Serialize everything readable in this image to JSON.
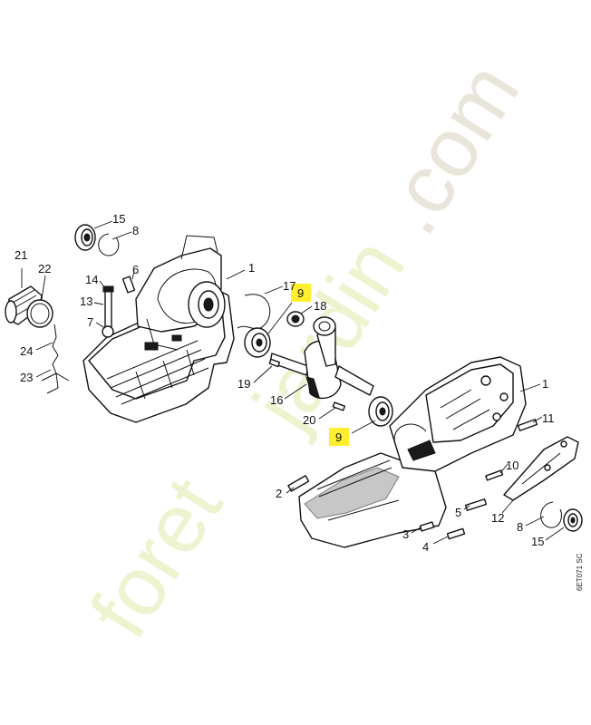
{
  "watermark": {
    "part1": "foret",
    "part2": "jardin",
    "part3": ".com",
    "colors": {
      "green": "#eef2cf",
      "grey": "#e9e5da"
    }
  },
  "drawing_code": "6ET071 SC",
  "highlight_color": "#ffef2f",
  "callouts": {
    "c21": "21",
    "c22": "22",
    "c24": "24",
    "c23": "23",
    "c15a": "15",
    "c8a": "8",
    "c14": "14",
    "c6": "6",
    "c13": "13",
    "c7": "7",
    "c1a": "1",
    "c17": "17",
    "c9a": "9",
    "c18": "18",
    "c19": "19",
    "c16": "16",
    "c20": "20",
    "c9b": "9",
    "c1b": "1",
    "c11": "11",
    "c10": "10",
    "c2": "2",
    "c5": "5",
    "c12": "12",
    "c3": "3",
    "c4": "4",
    "c8b": "8",
    "c15b": "15"
  }
}
